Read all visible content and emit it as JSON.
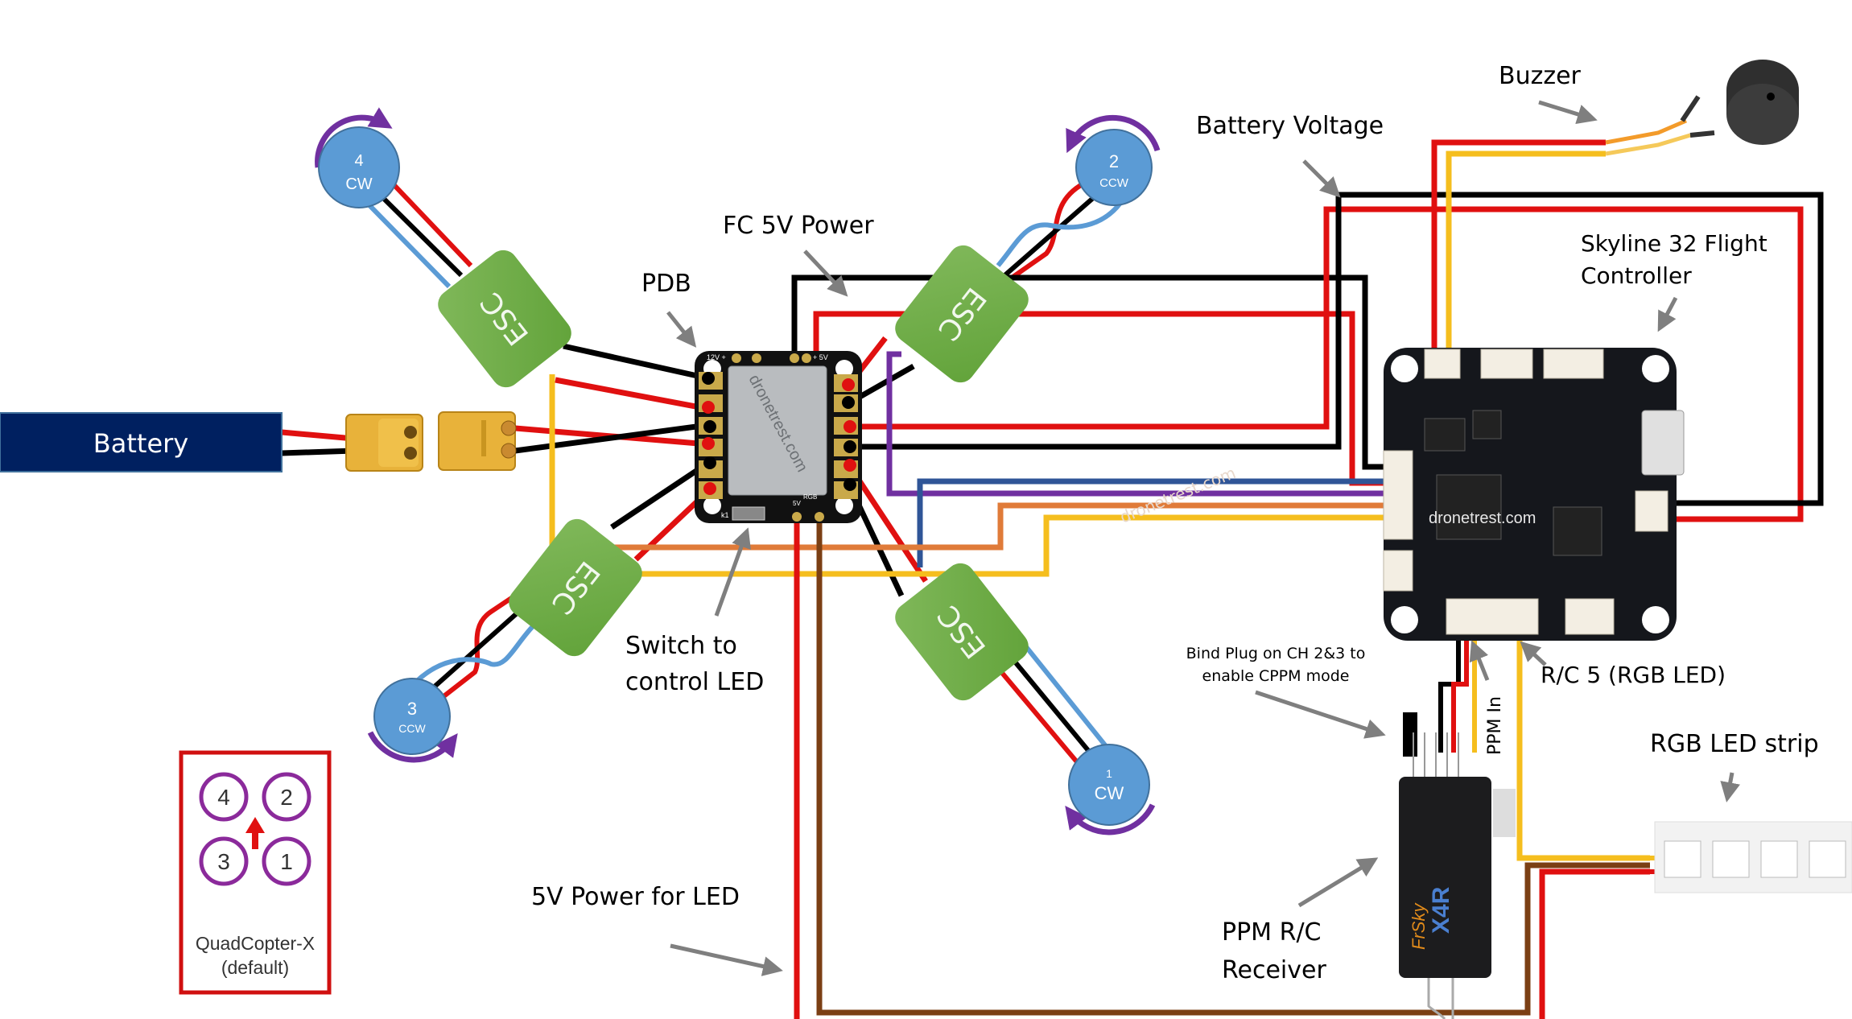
{
  "labels": {
    "battery": "Battery",
    "pdb": "PDB",
    "fc_5v_power": "FC 5V Power",
    "battery_voltage": "Battery Voltage",
    "buzzer": "Buzzer",
    "flight_controller_line1": "Skyline 32 Flight",
    "flight_controller_line2": "Controller",
    "switch_line1": "Switch to",
    "switch_line2": "control LED",
    "bind_plug_line1": "Bind Plug on CH 2&3 to",
    "bind_plug_line2": "enable CPPM mode",
    "ppm_in": "PPM In",
    "rc5": "R/C 5 (RGB LED)",
    "rgb_strip": "RGB LED strip",
    "receiver_line1": "PPM R/C",
    "receiver_line2": "Receiver",
    "led_power": "5V Power for LED",
    "watermark": "dronetrest.com",
    "esc": "ESC"
  },
  "motors": [
    {
      "number": "4",
      "direction": "CW"
    },
    {
      "number": "2",
      "direction": "CCW"
    },
    {
      "number": "3",
      "direction": "CCW"
    },
    {
      "number": "1",
      "direction": "CW"
    }
  ],
  "pdb_board": {
    "watermark": "dronetrest.com",
    "pad_12v": "12V +",
    "pad_5v": "+ 5V",
    "led_5v": "5V",
    "led_rgb": "RGB",
    "switch": "k1"
  },
  "legend": {
    "title_line1": "QuadCopter-X",
    "title_line2": "(default)",
    "motors": [
      "4",
      "2",
      "3",
      "1"
    ]
  },
  "receiver": {
    "brand": "FrSky",
    "model": "X4R"
  },
  "colors": {
    "motor_fill": "#5b9bd5",
    "esc_fill": "#70ad47",
    "battery_fill": "#002060",
    "wire_red": "#e01010",
    "wire_black": "#000000",
    "wire_yellow": "#f5be1e",
    "wire_orange": "#e07b39",
    "wire_purple": "#7030a0",
    "wire_blue": "#2f5597",
    "wire_brown": "#7b3f14",
    "rotation_arrow": "#7030a0",
    "legend_border": "#d01010"
  }
}
